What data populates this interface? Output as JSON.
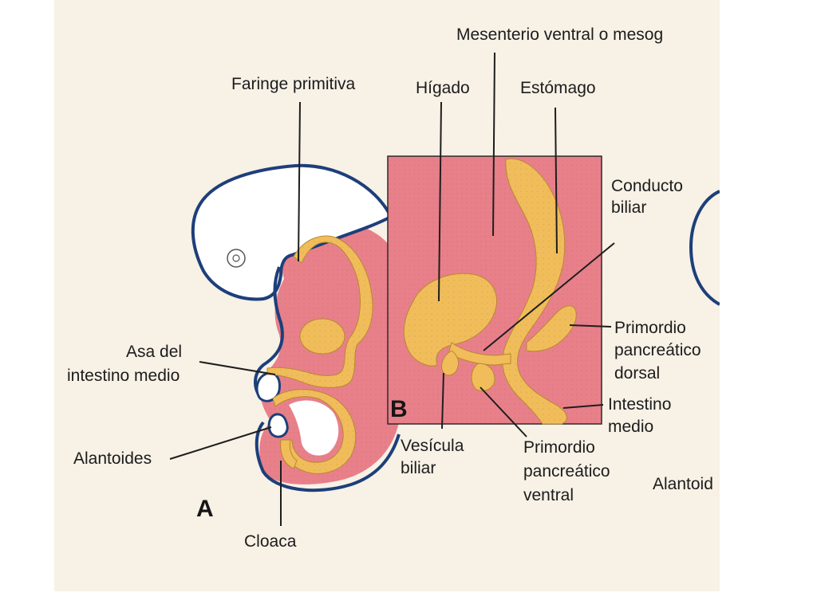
{
  "figure": {
    "panel_a": "A",
    "panel_b": "B",
    "labels": {
      "faringe": "Faringe primitiva",
      "higado": "Hígado",
      "mesenterio": "Mesenterio ventral o mesog",
      "estomago": "Estómago",
      "conducto_1": "Conducto",
      "conducto_2": "biliar",
      "asa_1": "Asa del",
      "asa_2": "intestino medio",
      "alantoides_a": "Alantoides",
      "cloaca": "Cloaca",
      "vesicula_1": "Vesícula",
      "vesicula_2": "biliar",
      "prim_ventral_1": "Primordio",
      "prim_ventral_2": "pancreático",
      "prim_ventral_3": "ventral",
      "prim_dorsal_1": "Primordio",
      "prim_dorsal_2": "pancreático",
      "prim_dorsal_3": "dorsal",
      "intestino_1": "Intestino",
      "intestino_2": "medio",
      "alantoides_b": "Alantoid"
    }
  }
}
